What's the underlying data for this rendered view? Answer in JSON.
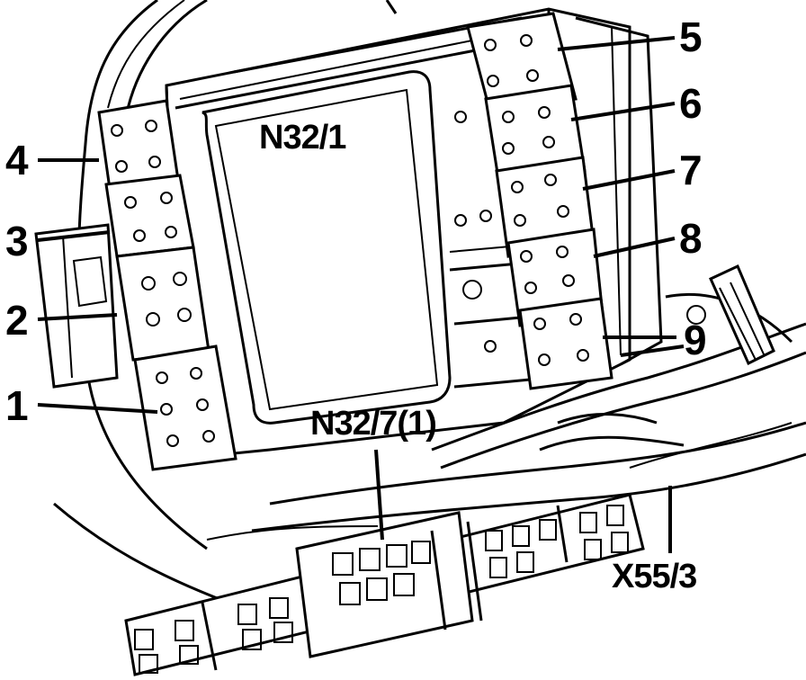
{
  "labels": {
    "n32_1": "N32/1",
    "n32_7": "N32/7(1)",
    "x55_3": "X55/3",
    "c1": "1",
    "c2": "2",
    "c3": "3",
    "c4": "4",
    "c5": "5",
    "c6": "6",
    "c7": "7",
    "c8": "8",
    "c9": "9"
  },
  "colors": {
    "ink": "#000000",
    "paper": "#ffffff"
  }
}
